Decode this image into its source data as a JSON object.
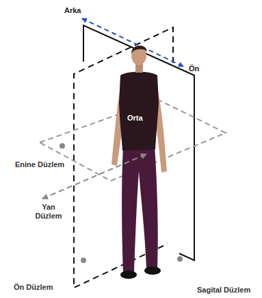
{
  "diagram": {
    "labels": [
      "Arka",
      "Ön",
      "Orta",
      "Enine Düzlem",
      "Yan Düzlem",
      "Ön Düzlem",
      "Sagital Düzlem"
    ]
  }
}
